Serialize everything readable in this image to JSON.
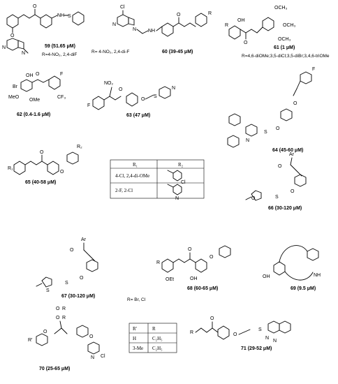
{
  "compounds": [
    {
      "id": "c59",
      "label": "59 (51.65 μM)",
      "note": "R=4-NO₂, 2,4-diF"
    },
    {
      "id": "c60",
      "label": "60 (39-45 μM)",
      "note": "R= 4-NO₂, 2,4-di-F"
    },
    {
      "id": "c61",
      "label": "61 (1 μM)",
      "note": "R=4,6-diOMe;3,5-diCl;3,5-diBr;3,4,6-triOMe"
    },
    {
      "id": "c62",
      "label": "62 (0.4-1.6 μM)",
      "note": ""
    },
    {
      "id": "c63",
      "label": "63 (47 μM)",
      "note": ""
    },
    {
      "id": "c64",
      "label": "64 (45-60 μM)",
      "note": ""
    },
    {
      "id": "c65",
      "label": "65 (40-58 μM)",
      "note": ""
    },
    {
      "id": "c66",
      "label": "66 (30-120 μM)",
      "note": ""
    },
    {
      "id": "c67",
      "label": "67 (30-120 μM)",
      "note": ""
    },
    {
      "id": "c68",
      "label": "68 (60-65 μM)",
      "note": "R= Br, Cl"
    },
    {
      "id": "c69",
      "label": "69 (9.5 μM)",
      "note": ""
    },
    {
      "id": "c70",
      "label": "70 (25-65 μM)",
      "note": ""
    },
    {
      "id": "c71",
      "label": "71 (29-52 μM)",
      "note": ""
    }
  ],
  "table65": {
    "headers": [
      "R₁",
      "R₂"
    ],
    "rows": [
      [
        "4-Cl, 2,4-di-OMe",
        ""
      ],
      [
        "2-F, 2-Cl",
        ""
      ]
    ]
  },
  "table70": {
    "headers": [
      "R′",
      "R"
    ],
    "rows": [
      [
        "H",
        "C₂H₅"
      ],
      [
        "3-Me",
        "C₂H₅"
      ]
    ]
  },
  "atoms": {
    "O": "O",
    "N": "N",
    "NH": "NH",
    "H": "H",
    "OH": "OH",
    "Cl": "Cl",
    "F": "F",
    "Br": "Br",
    "MeO": "MeO",
    "OMe": "OMe",
    "OCH3": "OCH₃",
    "CF3": "CF₃",
    "NO2": "NO₂",
    "S": "S",
    "Ar": "Ar",
    "R": "R",
    "R1": "R₁",
    "R2": "R₂",
    "Rp": "R′",
    "OEt": "OEt",
    "SO2": "S",
    "Et": "N"
  }
}
